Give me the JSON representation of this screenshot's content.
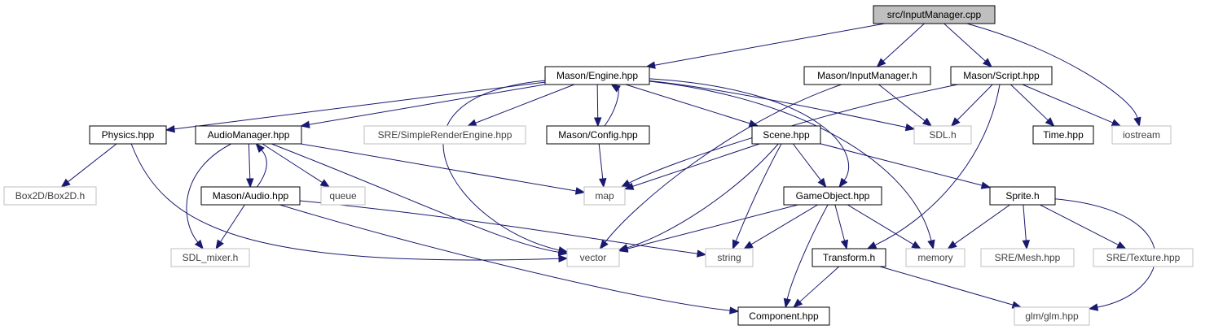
{
  "colors": {
    "edge": "#191970",
    "root_fill": "#bfbfbf",
    "node_border": "#000000",
    "external_border": "#bfbfbf",
    "external_text": "#404040",
    "text": "#000000"
  },
  "nodes": {
    "input_manager_cpp": {
      "label": "src/InputManager.cpp",
      "kind": "root"
    },
    "engine": {
      "label": "Mason/Engine.hpp",
      "kind": "local"
    },
    "input_manager_h": {
      "label": "Mason/InputManager.h",
      "kind": "local"
    },
    "script": {
      "label": "Mason/Script.hpp",
      "kind": "local"
    },
    "physics": {
      "label": "Physics.hpp",
      "kind": "local"
    },
    "audio_manager": {
      "label": "AudioManager.hpp",
      "kind": "local"
    },
    "sre_simple": {
      "label": "SRE/SimpleRenderEngine.hpp",
      "kind": "external"
    },
    "config": {
      "label": "Mason/Config.hpp",
      "kind": "local"
    },
    "scene": {
      "label": "Scene.hpp",
      "kind": "local"
    },
    "sdl": {
      "label": "SDL.h",
      "kind": "external"
    },
    "time": {
      "label": "Time.hpp",
      "kind": "local"
    },
    "iostream": {
      "label": "iostream",
      "kind": "external"
    },
    "box2d": {
      "label": "Box2D/Box2D.h",
      "kind": "external"
    },
    "audio": {
      "label": "Mason/Audio.hpp",
      "kind": "local"
    },
    "queue": {
      "label": "queue",
      "kind": "external"
    },
    "map": {
      "label": "map",
      "kind": "external"
    },
    "gameobject": {
      "label": "GameObject.hpp",
      "kind": "local"
    },
    "sprite": {
      "label": "Sprite.h",
      "kind": "local"
    },
    "sdl_mixer": {
      "label": "SDL_mixer.h",
      "kind": "external"
    },
    "vector": {
      "label": "vector",
      "kind": "external"
    },
    "string": {
      "label": "string",
      "kind": "external"
    },
    "transform": {
      "label": "Transform.h",
      "kind": "local"
    },
    "memory": {
      "label": "memory",
      "kind": "external"
    },
    "sre_mesh": {
      "label": "SRE/Mesh.hpp",
      "kind": "external"
    },
    "sre_texture": {
      "label": "SRE/Texture.hpp",
      "kind": "external"
    },
    "component": {
      "label": "Component.hpp",
      "kind": "local"
    },
    "glm": {
      "label": "glm/glm.hpp",
      "kind": "external"
    }
  },
  "edges": [
    [
      "input_manager_cpp",
      "engine"
    ],
    [
      "input_manager_cpp",
      "input_manager_h"
    ],
    [
      "input_manager_cpp",
      "script"
    ],
    [
      "input_manager_cpp",
      "iostream"
    ],
    [
      "engine",
      "physics"
    ],
    [
      "engine",
      "audio_manager"
    ],
    [
      "engine",
      "sre_simple"
    ],
    [
      "engine",
      "config"
    ],
    [
      "engine",
      "scene"
    ],
    [
      "engine",
      "sdl"
    ],
    [
      "engine",
      "vector"
    ],
    [
      "engine",
      "memory"
    ],
    [
      "engine",
      "gameobject"
    ],
    [
      "config",
      "engine"
    ],
    [
      "config",
      "map"
    ],
    [
      "input_manager_h",
      "sdl"
    ],
    [
      "input_manager_h",
      "vector"
    ],
    [
      "script",
      "sdl"
    ],
    [
      "script",
      "time"
    ],
    [
      "script",
      "iostream"
    ],
    [
      "script",
      "map"
    ],
    [
      "script",
      "transform"
    ],
    [
      "physics",
      "box2d"
    ],
    [
      "physics",
      "vector"
    ],
    [
      "audio_manager",
      "audio"
    ],
    [
      "audio_manager",
      "queue"
    ],
    [
      "audio_manager",
      "map"
    ],
    [
      "audio_manager",
      "sdl_mixer"
    ],
    [
      "audio_manager",
      "vector"
    ],
    [
      "audio",
      "audio_manager"
    ],
    [
      "audio",
      "sdl_mixer"
    ],
    [
      "audio",
      "string"
    ],
    [
      "audio",
      "component"
    ],
    [
      "scene",
      "map"
    ],
    [
      "scene",
      "vector"
    ],
    [
      "scene",
      "string"
    ],
    [
      "scene",
      "gameobject"
    ],
    [
      "scene",
      "sprite"
    ],
    [
      "gameobject",
      "vector"
    ],
    [
      "gameobject",
      "string"
    ],
    [
      "gameobject",
      "memory"
    ],
    [
      "gameobject",
      "transform"
    ],
    [
      "gameobject",
      "component"
    ],
    [
      "sprite",
      "memory"
    ],
    [
      "sprite",
      "sre_mesh"
    ],
    [
      "sprite",
      "sre_texture"
    ],
    [
      "sprite",
      "glm"
    ],
    [
      "transform",
      "component"
    ],
    [
      "transform",
      "glm"
    ]
  ]
}
